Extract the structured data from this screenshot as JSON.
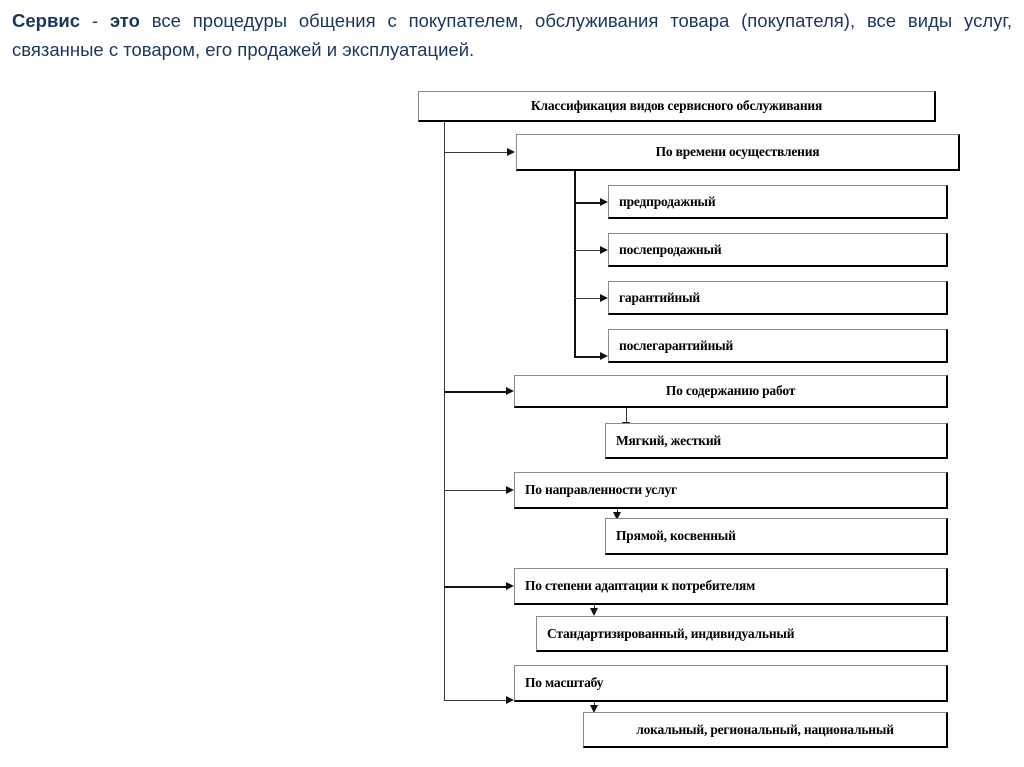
{
  "intro": {
    "bold_1": "Сервис",
    "dash": " - ",
    "bold_2": "это",
    "rest": " все процедуры общения с покупателем, обслуживания товара (покупателя), все виды услуг, связанные с товаром, его продажей и эксплуатацией.",
    "text_color": "#1b365d"
  },
  "diagram": {
    "title": "Классификация видов сервисного обслуживания",
    "branches": [
      {
        "label": "По времени осуществления",
        "children": [
          "предпродажный",
          "послепродажный",
          "гарантийный",
          "послегарантийный"
        ]
      },
      {
        "label": "По содержанию работ",
        "children": [
          "Мягкий,  жесткий"
        ]
      },
      {
        "label": "По направленности услуг",
        "children": [
          "Прямой, косвенный"
        ]
      },
      {
        "label": "По степени адаптации к потребителям",
        "children": [
          "Стандартизированный, индивидуальный"
        ]
      },
      {
        "label": "По масштабу",
        "children": [
          "локальный, региональный, национальный"
        ]
      }
    ],
    "line_color": "#2b2b2b",
    "box_border_color": "#8a8a8a",
    "box_fill": "#ffffff"
  }
}
